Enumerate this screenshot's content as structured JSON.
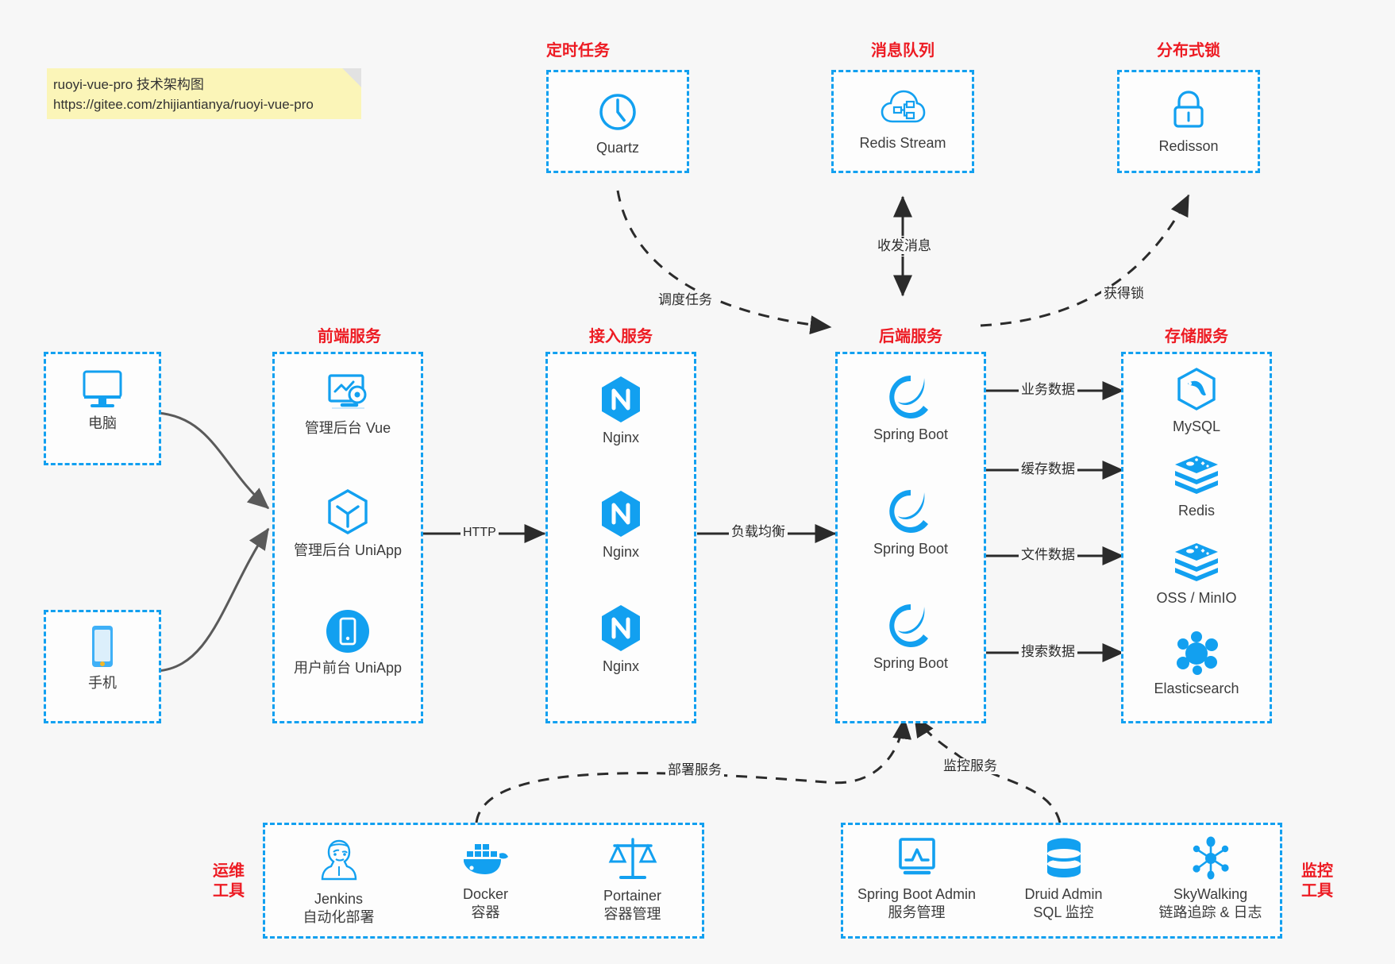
{
  "note": {
    "line1": "ruoyi-vue-pro 技术架构图",
    "line2": "https://gitee.com/zhijiantianya/ruoyi-vue-pro"
  },
  "colors": {
    "accent_blue": "#12A0F0",
    "title_red": "#ED1B23",
    "icon_blue": "#1296DB",
    "background": "#F7F7F7",
    "note_yellow": "#FBF5B8",
    "edge_dark": "#2B2B2B",
    "edge_grey": "#5A5A5A"
  },
  "groups": {
    "scheduled_task": {
      "title": "定时任务",
      "items": [
        {
          "label": "Quartz",
          "icon": "clock-icon"
        }
      ]
    },
    "message_queue": {
      "title": "消息队列",
      "items": [
        {
          "label": "Redis Stream",
          "icon": "cloud-stream-icon"
        }
      ]
    },
    "distributed_lock": {
      "title": "分布式锁",
      "items": [
        {
          "label": "Redisson",
          "icon": "lock-icon"
        }
      ]
    },
    "clients": {
      "items": [
        {
          "label": "电脑",
          "icon": "desktop-icon"
        },
        {
          "label": "手机",
          "icon": "mobile-icon"
        }
      ]
    },
    "frontend": {
      "title": "前端服务",
      "items": [
        {
          "label": "管理后台 Vue",
          "icon": "dashboard-gear-icon"
        },
        {
          "label": "管理后台 UniApp",
          "icon": "cube-icon"
        },
        {
          "label": "用户前台 UniApp",
          "icon": "mobile-circle-icon"
        }
      ]
    },
    "gateway": {
      "title": "接入服务",
      "items": [
        {
          "label": "Nginx",
          "icon": "nginx-icon"
        },
        {
          "label": "Nginx",
          "icon": "nginx-icon"
        },
        {
          "label": "Nginx",
          "icon": "nginx-icon"
        }
      ]
    },
    "backend": {
      "title": "后端服务",
      "items": [
        {
          "label": "Spring Boot",
          "icon": "spring-boot-icon"
        },
        {
          "label": "Spring Boot",
          "icon": "spring-boot-icon"
        },
        {
          "label": "Spring Boot",
          "icon": "spring-boot-icon"
        }
      ]
    },
    "storage": {
      "title": "存储服务",
      "items": [
        {
          "label": "MySQL",
          "icon": "mysql-icon"
        },
        {
          "label": "Redis",
          "icon": "redis-icon"
        },
        {
          "label": "OSS / MinIO",
          "icon": "oss-minio-icon"
        },
        {
          "label": "Elasticsearch",
          "icon": "elasticsearch-icon"
        }
      ]
    },
    "devops": {
      "title_line1": "运维",
      "title_line2": "工具",
      "items": [
        {
          "label": "Jenkins",
          "sublabel": "自动化部署",
          "icon": "jenkins-icon"
        },
        {
          "label": "Docker",
          "sublabel": "容器",
          "icon": "docker-icon"
        },
        {
          "label": "Portainer",
          "sublabel": "容器管理",
          "icon": "portainer-icon"
        }
      ]
    },
    "monitoring": {
      "title_line1": "监控",
      "title_line2": "工具",
      "items": [
        {
          "label": "Spring Boot Admin",
          "sublabel": "服务管理",
          "icon": "monitor-chart-icon"
        },
        {
          "label": "Druid Admin",
          "sublabel": "SQL 监控",
          "icon": "database-icon"
        },
        {
          "label": "SkyWalking",
          "sublabel": "链路追踪 & 日志",
          "icon": "skywalking-icon"
        }
      ]
    }
  },
  "edges": [
    {
      "id": "http",
      "label": "HTTP"
    },
    {
      "id": "load-balance",
      "label": "负载均衡"
    },
    {
      "id": "schedule-task",
      "label": "调度任务"
    },
    {
      "id": "send-receive",
      "label": "收发消息"
    },
    {
      "id": "acquire-lock",
      "label": "获得锁"
    },
    {
      "id": "business-data",
      "label": "业务数据"
    },
    {
      "id": "cache-data",
      "label": "缓存数据"
    },
    {
      "id": "file-data",
      "label": "文件数据"
    },
    {
      "id": "search-data",
      "label": "搜索数据"
    },
    {
      "id": "deploy-service",
      "label": "部署服务"
    },
    {
      "id": "monitor-service",
      "label": "监控服务"
    }
  ]
}
